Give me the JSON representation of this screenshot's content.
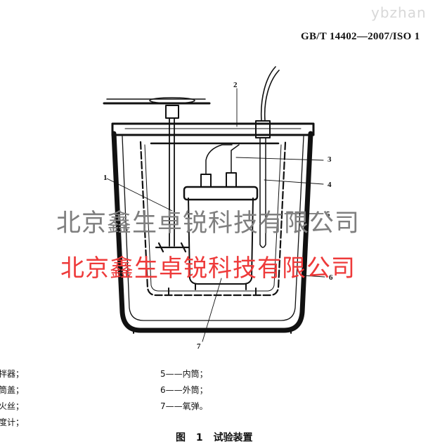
{
  "header": {
    "standard_code": "GB/T 14402—2007/ISO 1",
    "corner_watermark": "ybzhan"
  },
  "figure": {
    "part_numbers": [
      "1",
      "2",
      "3",
      "4",
      "5",
      "6",
      "7"
    ]
  },
  "watermarks": {
    "gray_text": "北京鑫生卓锐科技有限公司",
    "red_text": "北京鑫生卓锐科技有限公司"
  },
  "legend": {
    "left": [
      "拌器；",
      "筒盖；",
      "火丝；",
      "度计；"
    ],
    "right": [
      "5——内筒；",
      "6——外筒；",
      "7——氧弹。"
    ]
  },
  "caption": "图 1 试验装置"
}
